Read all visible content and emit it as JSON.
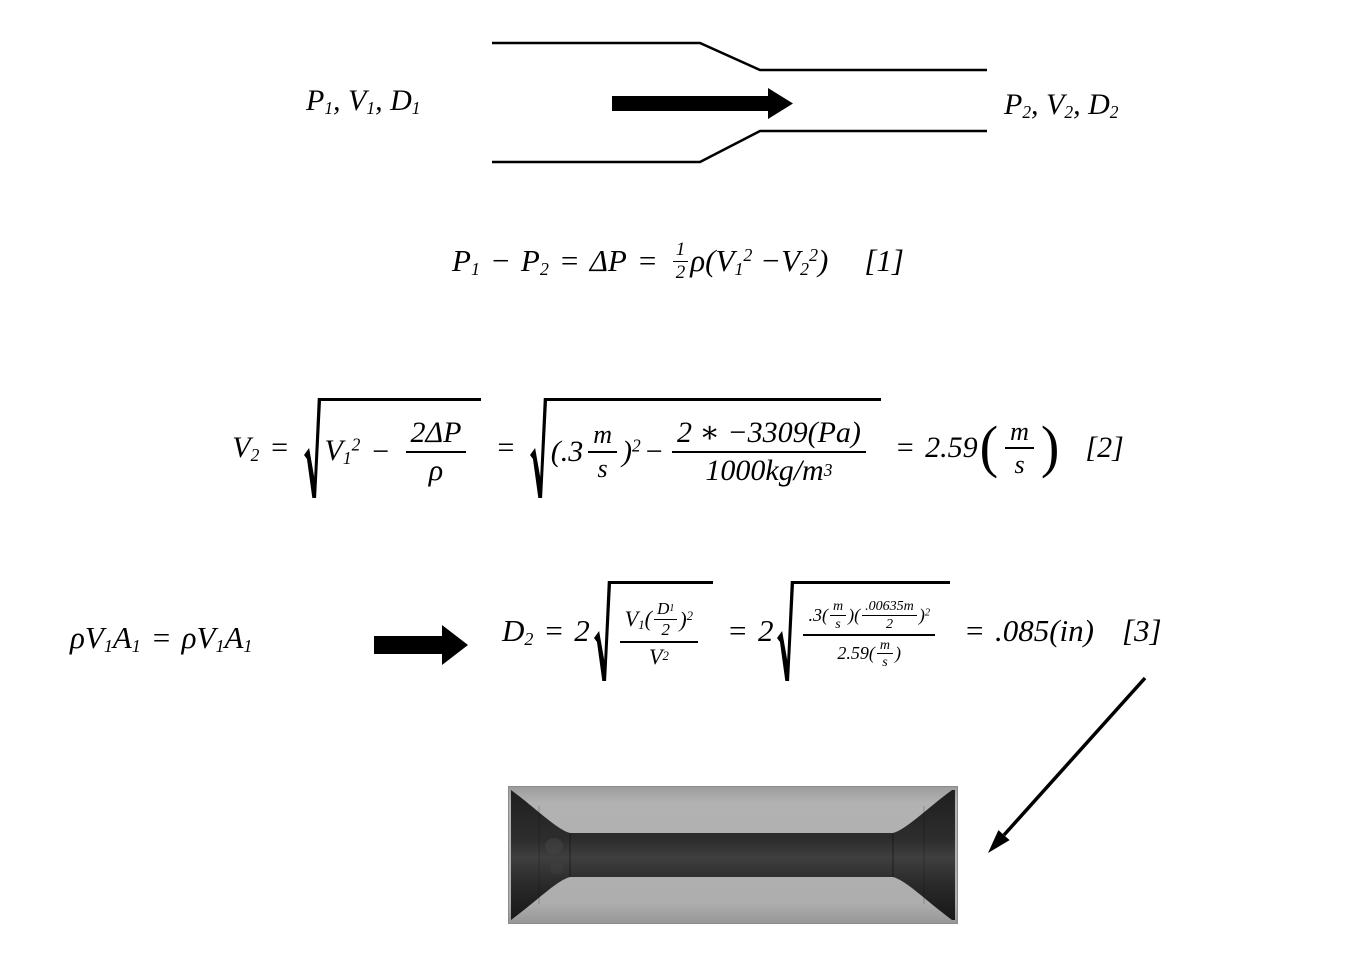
{
  "figure": {
    "pipe_labels": {
      "left": {
        "p": "P",
        "p_sub": "1",
        "v": ", V",
        "v_sub": "1",
        "d": ", D",
        "d_sub": "1"
      },
      "right": {
        "p": "P",
        "p_sub": "2",
        "v": ", V",
        "v_sub": "2",
        "d": ", D",
        "d_sub": "2"
      }
    }
  },
  "eq1": {
    "P": "P",
    "P_sub": "1",
    "minus": "−",
    "Q": "P",
    "Q_sub": "2",
    "eq": "=",
    "dP": "ΔP",
    "eq2": "=",
    "half_num": "1",
    "half_den": "2",
    "open": "ρ(V",
    "V1_sub": "1",
    "V1_sup": "2",
    "mid": " −V",
    "V2_sub": "2",
    "V2_sup": "2",
    "close": ")",
    "ref": "[1]"
  },
  "eq2": {
    "V": "V",
    "V_sub": "2",
    "eq": "=",
    "r1_V": "V",
    "r1_Vsub": "1",
    "r1_Vsup": "2",
    "r1_minus": "−",
    "r1_num": "2ΔP",
    "r1_den": "ρ",
    "eq2": "=",
    "r2_open": "(.3",
    "r2_msn": "m",
    "r2_msd": "s",
    "r2_close": ")",
    "r2_sup": "2",
    "r2_minus": "−",
    "r2_num": "2 ∗ −3309(Pa)",
    "r2_den": "1000kg/m",
    "r2_den_sup": "3",
    "eq3": "=",
    "res": "2.59",
    "po": "(",
    "rn": "m",
    "rd": "s",
    "pc": ")",
    "ref": "[2]"
  },
  "mb": {
    "a": "ρV",
    "a1": "1",
    "b": "A",
    "b1": "1",
    "eq": "=",
    "c": "ρV",
    "c1": "1",
    "d": "A",
    "d1": "1"
  },
  "eq3": {
    "D": "D",
    "D_sub": "2",
    "eq": "=",
    "two": "2",
    "r1": {
      "nV": "V",
      "nVs": "1",
      "no": "(",
      "fn": "D",
      "fns": "1",
      "fd": "2",
      "nc": ")",
      "ns": "2",
      "dV": "V",
      "dVs": "2"
    },
    "eq2": "=",
    "two2": "2",
    "r2": {
      "a": ".3(",
      "m1": "m",
      "s1": "s",
      "b": ")(",
      "f2n": ".00635m",
      "f2d": "2",
      "c": ")",
      "sup": "2",
      "da": "2.59(",
      "m2": "m",
      "s2": "s",
      "dc": ")"
    },
    "eq3": "=",
    "res": ".085(in)",
    "ref": "[3]"
  },
  "render": {
    "body_gray": "#adadad",
    "bore_dark": "#1e1e1e",
    "bore_mid": "#3f3f3f",
    "edge": "#8b8b8b"
  }
}
